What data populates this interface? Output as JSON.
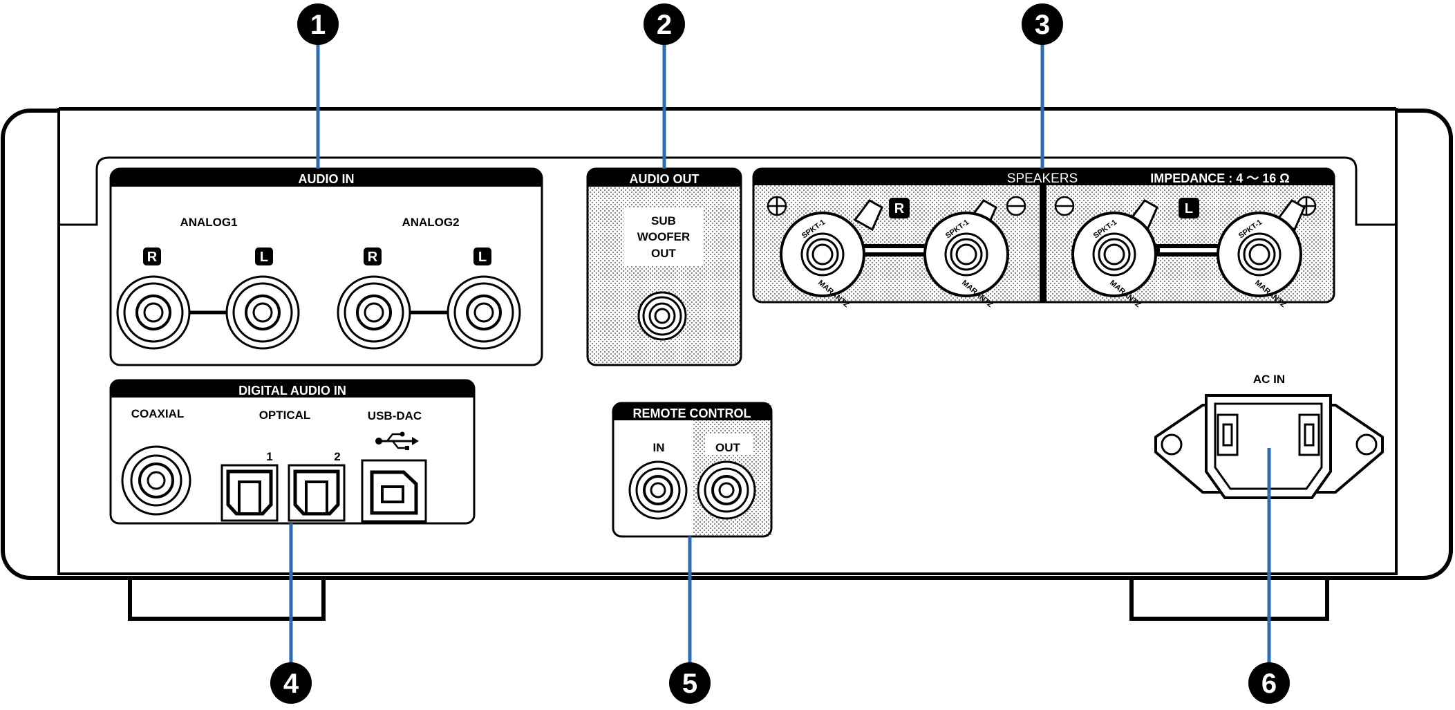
{
  "callouts": [
    "1",
    "2",
    "3",
    "4",
    "5",
    "6"
  ],
  "audio_in": {
    "header": "AUDIO IN",
    "analog1": "ANALOG1",
    "analog2": "ANALOG2",
    "right": "R",
    "left": "L"
  },
  "audio_out": {
    "header": "AUDIO OUT",
    "line1": "SUB",
    "line2": "WOOFER",
    "line3": "OUT"
  },
  "speakers": {
    "header": "SPEAKERS",
    "impedance": "IMPEDANCE : 4 〜 16 Ω",
    "right": "R",
    "left": "L",
    "post_text_top": "SPKT-1",
    "post_text_bottom": "MARANTZ"
  },
  "digital_audio_in": {
    "header": "DIGITAL AUDIO IN",
    "coaxial": "COAXIAL",
    "optical": "OPTICAL",
    "optical_1": "1",
    "optical_2": "2",
    "usb_dac": "USB-DAC"
  },
  "remote_control": {
    "header": "REMOTE CONTROL",
    "in": "IN",
    "out": "OUT"
  },
  "ac_in": {
    "label": "AC IN"
  },
  "colors": {
    "callout_line": "#2e6db5",
    "ink": "#000000",
    "panel_dots": "#7a7a7a"
  },
  "icons": {
    "usb": "usb-icon",
    "plus": "plus-terminal-icon",
    "minus": "minus-terminal-icon"
  }
}
